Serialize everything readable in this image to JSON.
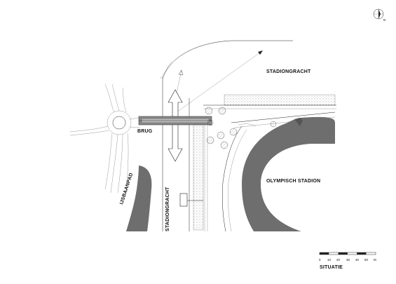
{
  "labels": {
    "stadiongracht_top": "STADIONGRACHT",
    "stadiongracht_vertical": "STADIONGRACHT",
    "olympisch_stadion": "OLYMPISCH STADION",
    "brug": "BRUG",
    "ijsbaanpad": "IJSBAANPAD"
  },
  "north": {
    "letter": "N",
    "icon": "north-arrow-icon"
  },
  "scale": {
    "title": "SITUATIE",
    "ticks": [
      "0",
      "10",
      "20",
      "30",
      "40",
      "50",
      "M"
    ]
  },
  "colors": {
    "background": "#ffffff",
    "line": "#222222",
    "fill_dark": "#6e6e6e",
    "fill_mid": "#9a9a9a",
    "hatch": "#cfcfcf"
  }
}
